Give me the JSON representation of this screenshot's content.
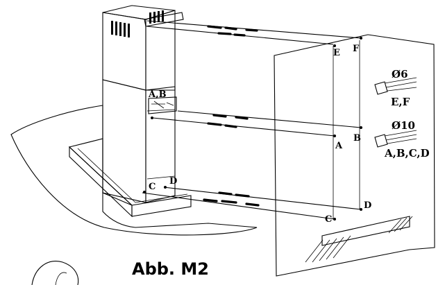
{
  "figure": {
    "caption": "Abb. M2",
    "points": {
      "a": "A",
      "b": "B",
      "c": "C",
      "d": "D",
      "e": "E",
      "f": "F",
      "ab_upper": "A,B"
    },
    "drills": [
      {
        "size": "Ø6",
        "holes": "E,F"
      },
      {
        "size": "Ø10",
        "holes": "A,B,C,D"
      }
    ]
  }
}
